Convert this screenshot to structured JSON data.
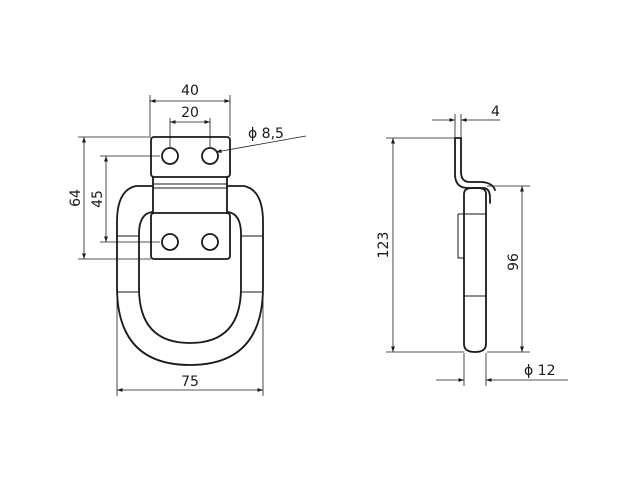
{
  "dimensions": {
    "top_width": "40",
    "hole_spacing": "20",
    "hole_diameter": "ϕ 8,5",
    "plate_height": "64",
    "hole_vertical": "45",
    "ring_width": "75",
    "thickness": "4",
    "total_height": "123",
    "ring_height": "96",
    "ring_diameter": "ϕ 12"
  }
}
